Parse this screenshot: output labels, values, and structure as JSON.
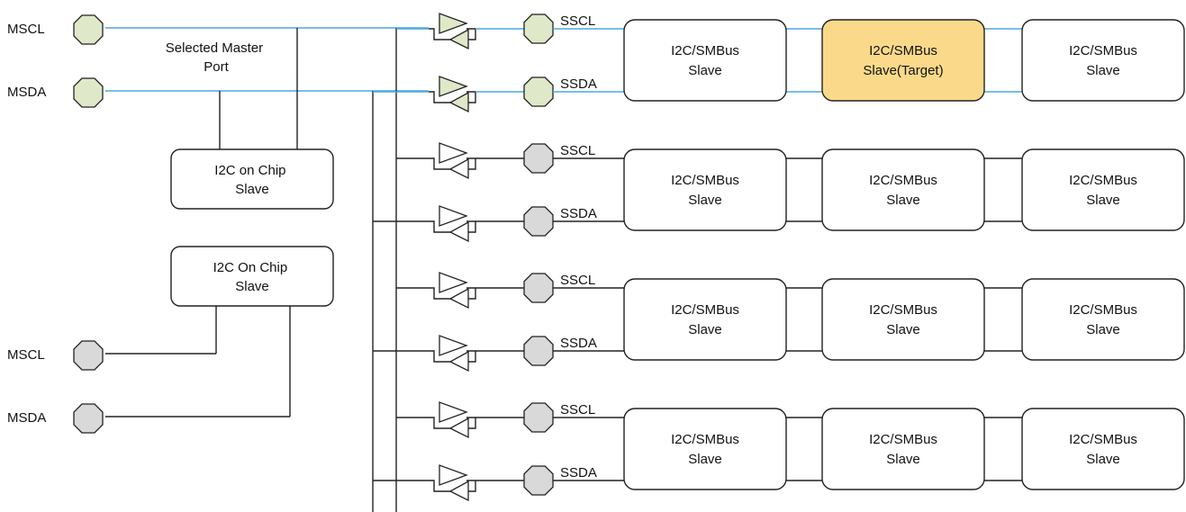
{
  "master_ports": [
    {
      "id": "mscl-top",
      "label": "MSCL",
      "color": "green"
    },
    {
      "id": "msda-top",
      "label": "MSDA",
      "color": "green"
    },
    {
      "id": "mscl-bottom",
      "label": "MSCL",
      "color": "gray"
    },
    {
      "id": "msda-bottom",
      "label": "MSDA",
      "color": "gray"
    }
  ],
  "selected_master_label": [
    "Selected Master",
    "Port"
  ],
  "on_chip_slaves": [
    {
      "id": "on-chip-1",
      "lines": [
        "I2C on Chip",
        "Slave"
      ]
    },
    {
      "id": "on-chip-2",
      "lines": [
        "I2C On Chip",
        "Slave"
      ]
    }
  ],
  "buses": [
    {
      "scl_label": "SSCL",
      "sda_label": "SSDA",
      "active": true,
      "slaves": [
        {
          "lines": [
            "I2C/SMBus",
            "Slave"
          ],
          "target": false
        },
        {
          "lines": [
            "I2C/SMBus",
            "Slave(Target)"
          ],
          "target": true
        },
        {
          "lines": [
            "I2C/SMBus",
            "Slave"
          ],
          "target": false
        }
      ]
    },
    {
      "scl_label": "SSCL",
      "sda_label": "SSDA",
      "active": false,
      "slaves": [
        {
          "lines": [
            "I2C/SMBus",
            "Slave"
          ],
          "target": false
        },
        {
          "lines": [
            "I2C/SMBus",
            "Slave"
          ],
          "target": false
        },
        {
          "lines": [
            "I2C/SMBus",
            "Slave"
          ],
          "target": false
        }
      ]
    },
    {
      "scl_label": "SSCL",
      "sda_label": "SSDA",
      "active": false,
      "slaves": [
        {
          "lines": [
            "I2C/SMBus",
            "Slave"
          ],
          "target": false
        },
        {
          "lines": [
            "I2C/SMBus",
            "Slave"
          ],
          "target": false
        },
        {
          "lines": [
            "I2C/SMBus",
            "Slave"
          ],
          "target": false
        }
      ]
    },
    {
      "scl_label": "SSCL",
      "sda_label": "SSDA",
      "active": false,
      "slaves": [
        {
          "lines": [
            "I2C/SMBus",
            "Slave"
          ],
          "target": false
        },
        {
          "lines": [
            "I2C/SMBus",
            "Slave"
          ],
          "target": false
        },
        {
          "lines": [
            "I2C/SMBus",
            "Slave"
          ],
          "target": false
        }
      ]
    }
  ],
  "colors": {
    "active_wire": "#4aa8e0",
    "active_port": "#dfe8c8",
    "idle_port": "#d9d9d9",
    "target_slave": "#fbd98a"
  }
}
